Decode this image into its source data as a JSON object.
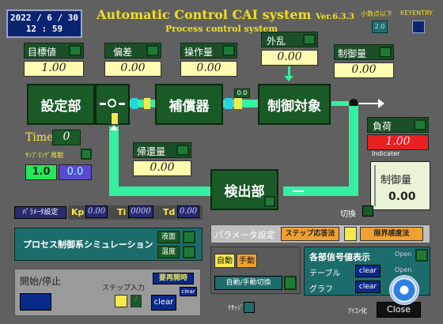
{
  "header": {
    "date": "2022 / 6 / 30",
    "time": "12 : 59",
    "title": "Automatic Control CAI system",
    "version": "Ver.6.3.3",
    "subtitle": "Process control system",
    "decimal_label": "小数点以下",
    "decimal_value": "2.0",
    "keyentry_label": "KEYENTRY"
  },
  "inputs": [
    {
      "label": "目標値",
      "value": "1.00"
    },
    {
      "label": "偏差",
      "value": "0.00"
    },
    {
      "label": "操作量",
      "value": "0.00"
    },
    {
      "label": "外乱",
      "value": "0.00"
    },
    {
      "label": "制御量",
      "value": "0.00"
    }
  ],
  "blocks": {
    "controller": "設定部",
    "compensator": "補償器",
    "plant": "制御対象",
    "detector": "検出部"
  },
  "signals": {
    "comp_out": "0.0"
  },
  "feedback": {
    "label": "帰還量",
    "value": "0.00"
  },
  "load": {
    "label": "負荷",
    "value": "1.00",
    "indicator": "Indicater"
  },
  "output_display": {
    "label": "制御量",
    "value": "0.00"
  },
  "time": {
    "label": "Time",
    "value": "0"
  },
  "sampling": {
    "label": "ｻﾝﾌﾟﾘﾝｸﾞ周期",
    "v1": "1.0",
    "v2": "0.0"
  },
  "params": {
    "button": "ﾊﾟﾗﾒｰﾀ設定",
    "kp_label": "Kp",
    "kp": "0.00",
    "ti_label": "Ti",
    "ti": "0000",
    "td_label": "Td",
    "td": "0.00"
  },
  "sim": {
    "title": "プロセス制御系シミュレーション",
    "opt1": "液面",
    "opt2": "温度"
  },
  "start": {
    "label": "開始/停止",
    "step_label": "ステップ入力",
    "replay": "要再開時",
    "clear": "clear",
    "clear2": "clear"
  },
  "switch_label": "切換",
  "param_set": {
    "label": "パラメータ設定",
    "step_method": "ステップ応答法",
    "limit_method": "限界感度法"
  },
  "mode": {
    "auto": "自動",
    "manual": "手動",
    "toggle": "自動/手動切換"
  },
  "display": {
    "title": "各部信号値表示",
    "open": "Open",
    "table": "テーブル",
    "clear": "clear",
    "graph": "グラフ"
  },
  "bottom": {
    "lissajous": "ﾘｻｯｼﾞｭ",
    "iconize": "ｱｲｺﾝ化",
    "close": "Close"
  },
  "colors": {
    "accent": "#f0e020",
    "pipe": "#35f0a0"
  }
}
